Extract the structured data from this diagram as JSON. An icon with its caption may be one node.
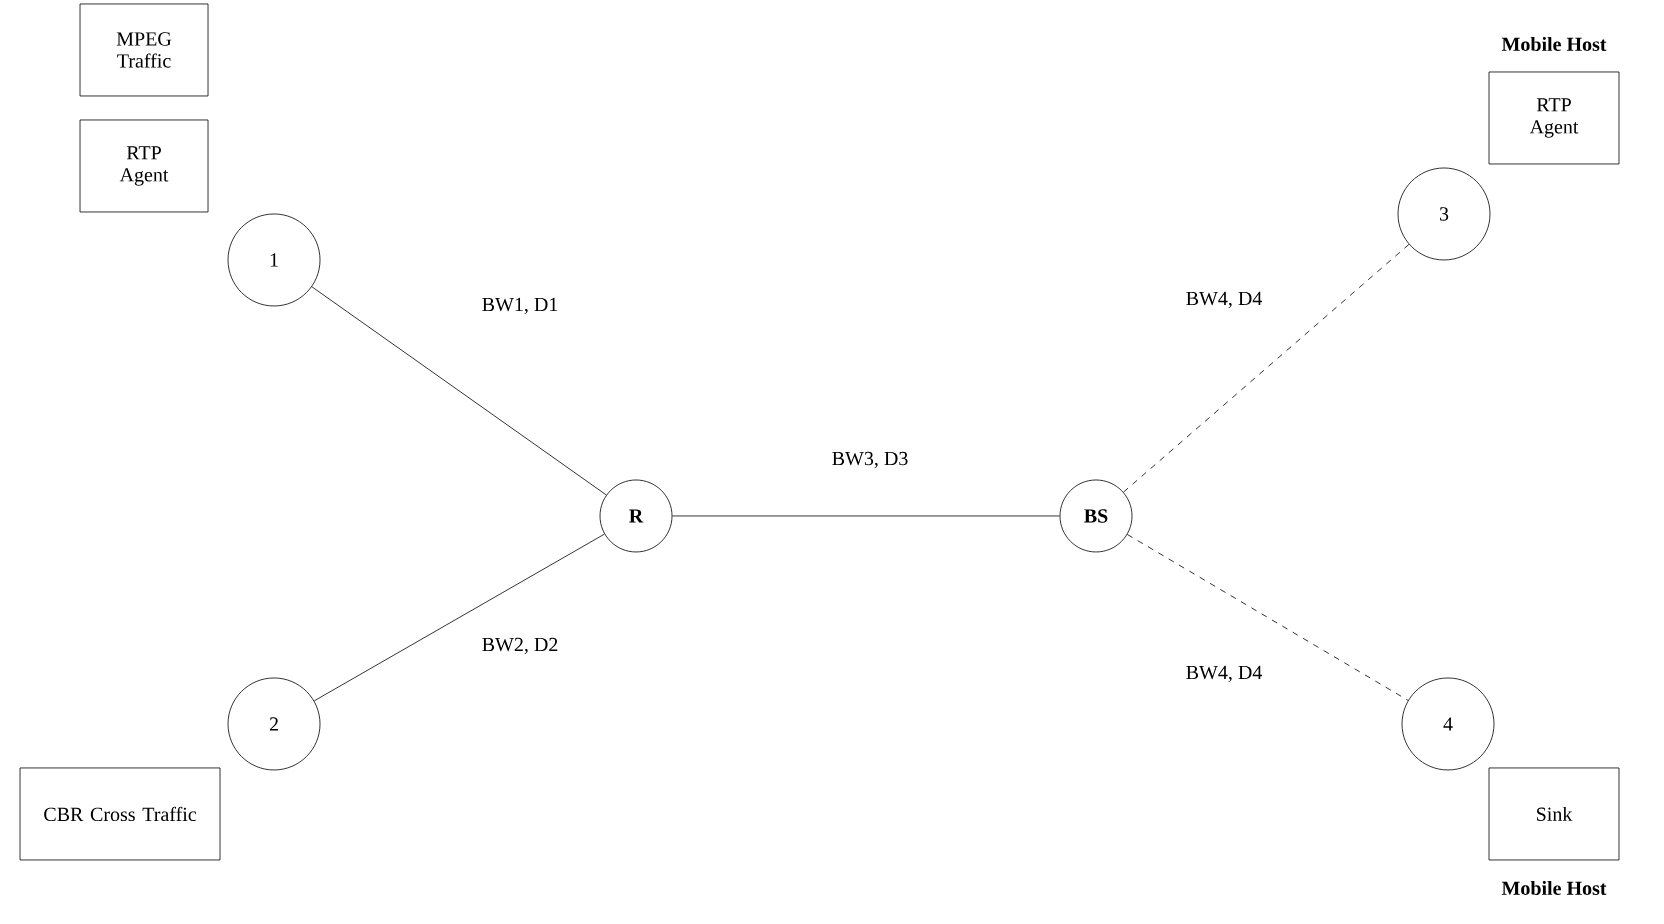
{
  "diagram": {
    "nodes": [
      {
        "text": [
          "MPEG Traffic"
        ]
      },
      {
        "text": [
          "RTP Agent"
        ]
      },
      {
        "text": [
          "1"
        ]
      },
      {
        "text": [
          "R"
        ]
      },
      {
        "text": [
          "2"
        ]
      },
      {
        "text": [
          "CBR Cross Traffic"
        ]
      },
      {
        "text": [
          "BS"
        ]
      },
      {
        "text": [
          "Mobile Host",
          "RTP Agent"
        ]
      },
      {
        "text": [
          "3"
        ]
      },
      {
        "text": [
          "4"
        ]
      },
      {
        "text": [
          "Sink",
          "Mobile Host"
        ]
      }
    ],
    "edges": [
      {
        "from": 2,
        "to": 3,
        "arrow": "none",
        "label": "BW1, D1"
      },
      {
        "from": 4,
        "to": 3,
        "arrow": "none",
        "label": "BW2, D2"
      },
      {
        "from": 3,
        "to": 6,
        "arrow": "none",
        "label": "BW3, D3"
      },
      {
        "from": 6,
        "to": 8,
        "arrow": "none",
        "label": "BW4, D4",
        "style": "dashed"
      },
      {
        "from": 6,
        "to": 9,
        "arrow": "none",
        "label": "BW4, D4",
        "style": "dashed"
      }
    ]
  }
}
